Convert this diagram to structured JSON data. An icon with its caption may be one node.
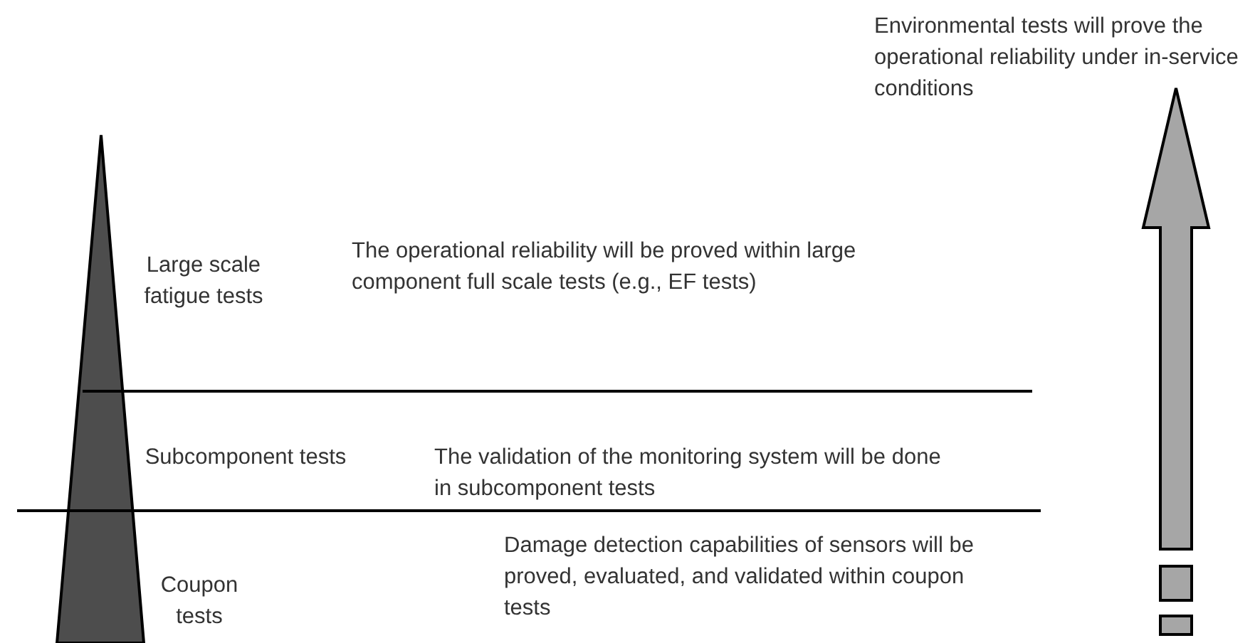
{
  "diagram": {
    "labels": [
      "Environmental tests will prove the operational reliability under in-service conditions",
      "Large scale fatigue tests",
      "The operational reliability will be proved within large component full scale tests (e.g., EF tests)",
      "Subcomponent tests",
      "The validation of the monitoring system will be done in subcomponent tests",
      "Coupon tests",
      "Damage detection capabilities of sensors will be proved, evaluated, and validated within coupon tests"
    ]
  }
}
